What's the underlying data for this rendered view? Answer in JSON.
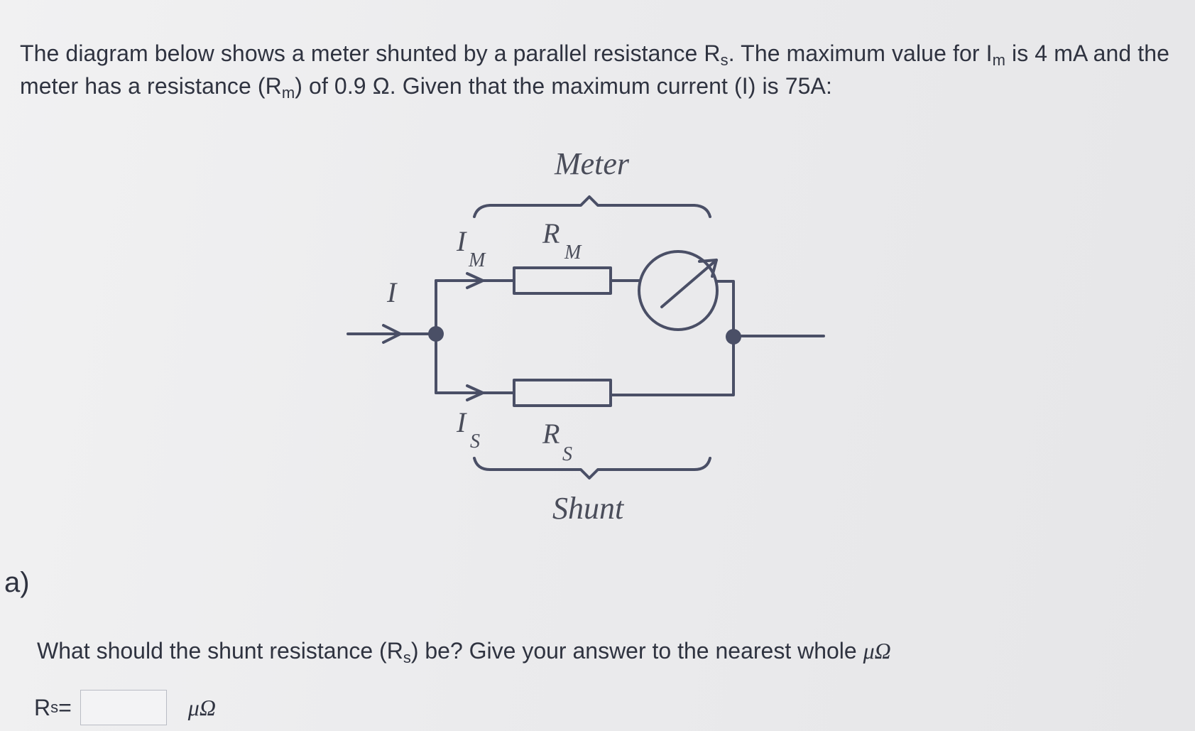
{
  "question": {
    "part1": "The diagram below shows a meter shunted by a parallel resistance R",
    "sub1": "s",
    "part2": ". The maximum value for I",
    "sub2": "m",
    "part3": " is 4 mA and the meter has a resistance (R",
    "sub3": "m",
    "part4": ") of 0.9 Ω. Given that the maximum current (I) is 75A:"
  },
  "diagram": {
    "meter_label": "Meter",
    "shunt_label": "Shunt",
    "current_label": "I",
    "meter_current_main": "I",
    "meter_current_sub": "M",
    "meter_resistor_main": "R",
    "meter_resistor_sub": "M",
    "shunt_current_main": "I",
    "shunt_current_sub": "S",
    "shunt_resistor_main": "R",
    "shunt_resistor_sub": "S"
  },
  "part_a": {
    "label": "a)",
    "prompt_before": "What should the shunt resistance (R",
    "prompt_sub": "s",
    "prompt_after": ") be? Give your answer to the nearest whole ",
    "prompt_unit": "μΩ",
    "answer_label": "R",
    "answer_label_sub": "s",
    "answer_equals": " =",
    "answer_value": "",
    "answer_unit": "μΩ"
  }
}
